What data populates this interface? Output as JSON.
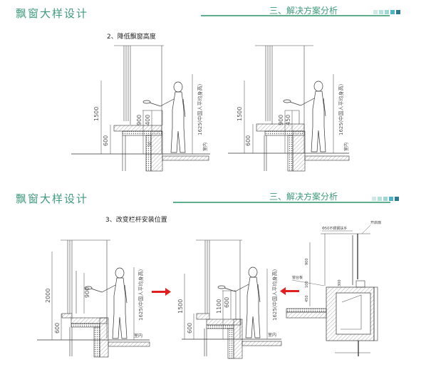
{
  "slides": [
    {
      "header_title": "飘窗大样设计",
      "section_title": "三、解决方案分析",
      "subtitle": "2、降低飘窗高度",
      "figures": [
        {
          "dims": {
            "total": "1500",
            "sill": "600",
            "rail_high": "900",
            "rail_low": "400",
            "person": "1625(中国人平均身高)",
            "small": "50",
            "indoor": "室内"
          }
        },
        {
          "dims": {
            "total": "1500",
            "sill": "600",
            "rail_high": "900",
            "rail_low": "450",
            "person": "1625(中国人平均身高)",
            "indoor": "室内"
          }
        }
      ]
    },
    {
      "header_title": "飘窗大样设计",
      "section_title": "三、解决方案分析",
      "subtitle": "3、改变栏杆安装位置",
      "figures": [
        {
          "dims": {
            "total": "2000",
            "sill": "600",
            "rail": "900",
            "person": "1625(中国人平均身高)",
            "indoor": "室内"
          }
        },
        {
          "dims": {
            "total": "1500",
            "sill": "600",
            "rail_high": "1100",
            "rail_low": "600",
            "person": "1625(中国人平均身高)",
            "indoor": "室内"
          }
        },
        {
          "labels": {
            "handrail": "Φ50不锈钢扶手",
            "sash": "开启扇",
            "sill_board": "窗台板",
            "dim_900": "900",
            "dim_100": "100",
            "dim_450": "450",
            "dim_top": "300"
          }
        }
      ]
    }
  ],
  "colors": {
    "accent": "#3f9a7a",
    "arrow": "#e02020",
    "squares": [
      "#cfe9e6",
      "#b5e0dc",
      "#9dd6d3",
      "#4fb3c4",
      "#2e7a8f"
    ]
  }
}
